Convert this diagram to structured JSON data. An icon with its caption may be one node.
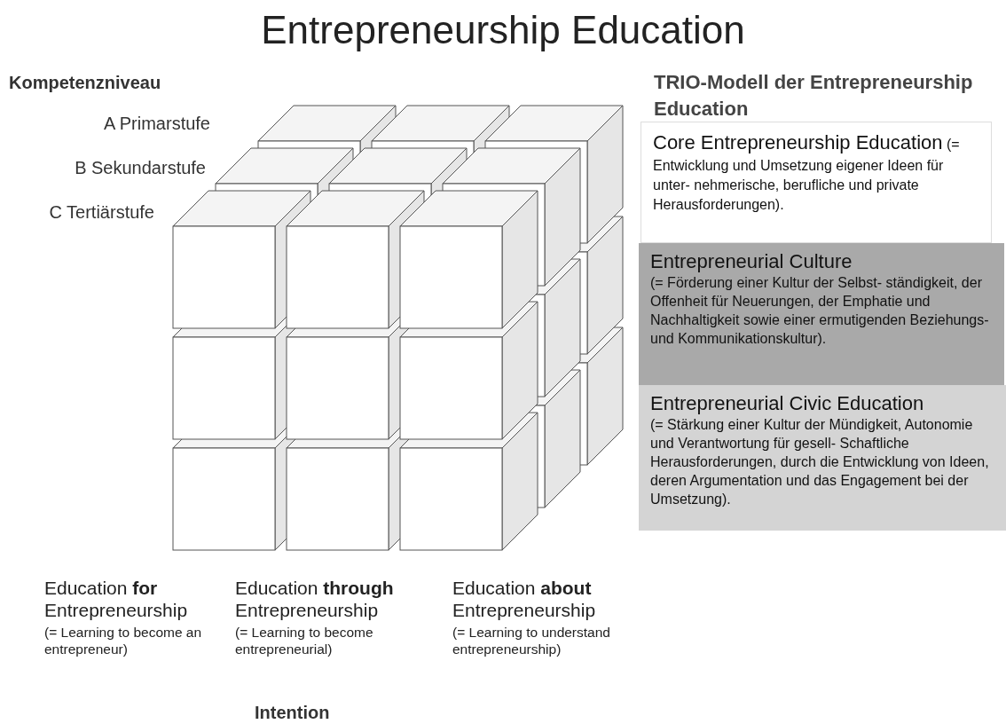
{
  "diagram": {
    "title": "Entrepreneurship Education",
    "nodes": [
      {
        "text": [
          "Core Entrepreneurship Education",
          "(= Entwicklung und Umsetzung eigener Ideen für unter- nehmerische, berufliche und private Herausforderungen)."
        ]
      },
      {
        "text": [
          "Entrepreneurial Culture",
          "(= Förderung einer Kultur der Selbst- ständigkeit, der Offenheit für Neuerungen, der Emphatie und Nachhaltigkeit sowie einer ermutigenden Beziehungs- und Kommunikationskultur)."
        ]
      },
      {
        "text": [
          "Entrepreneurial Civic Education",
          "(= Stärkung einer Kultur der Mündigkeit, Autonomie und Verantwortung für gesell- Schaftliche Herausforderungen, durch die Entwicklung von Ideen, deren Argumentation und das Engagement bei der Umsetzung)."
        ]
      }
    ],
    "labels": [
      "Kompetenzniveau",
      "A Primarstufe",
      "B Sekundarstufe",
      "C Tertiärstufe",
      "TRIO-Modell der Entrepreneurship Education",
      "Education **for** Entrepreneurship",
      "(= Learning to become an entrepreneur)",
      "Education **through** Entrepreneurship",
      "(= Learning to become entrepreneurial)",
      "Education **about** Entrepreneurship",
      "(= Learning to understand entrepreneurship)",
      "Intention"
    ]
  }
}
